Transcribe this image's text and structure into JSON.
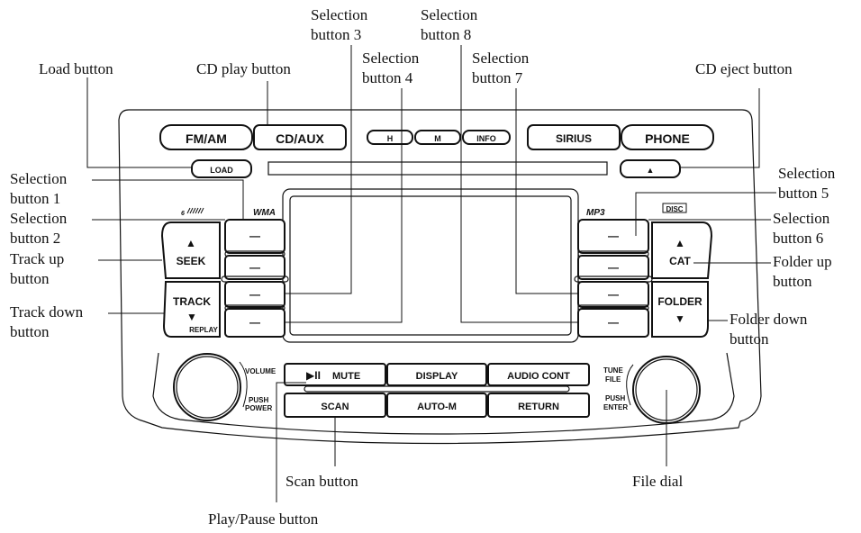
{
  "callouts": {
    "load": "Load button",
    "cd_play": "CD play button",
    "sel3_a": "Selection",
    "sel3_b": "button 3",
    "sel8_a": "Selection",
    "sel8_b": "button 8",
    "sel4_a": "Selection",
    "sel4_b": "button 4",
    "sel7_a": "Selection",
    "sel7_b": "button 7",
    "cd_eject": "CD eject button",
    "sel1_a": "Selection",
    "sel1_b": "button 1",
    "sel2_a": "Selection",
    "sel2_b": "button 2",
    "track_up_a": "Track up",
    "track_up_b": "button",
    "track_down_a": "Track down",
    "track_down_b": "button",
    "sel5_a": "Selection",
    "sel5_b": "button 5",
    "sel6_a": "Selection",
    "sel6_b": "button 6",
    "folder_up_a": "Folder up",
    "folder_up_b": "button",
    "folder_down_a": "Folder down",
    "folder_down_b": "button",
    "scan": "Scan button",
    "file_dial": "File dial",
    "play_pause": "Play/Pause button"
  },
  "panel": {
    "fm_am": "FM/AM",
    "cd_aux": "CD/AUX",
    "h": "H",
    "m": "M",
    "info": "INFO",
    "sirius": "SIRIUS",
    "phone": "PHONE",
    "load": "LOAD",
    "eject": "▲",
    "wma": "WMA",
    "mp3": "MP3",
    "disc_logo": "DISC",
    "seek": "SEEK",
    "track": "TRACK",
    "replay": "REPLAY",
    "cat": "CAT",
    "folder": "FOLDER",
    "up_arrow": "▲",
    "down_arrow": "▼",
    "dash": "—",
    "volume": "VOLUME",
    "push": "PUSH",
    "power": "POWER",
    "play_pause_icon": "▶II",
    "mute": "MUTE",
    "display": "DISPLAY",
    "audio_cont": "AUDIO CONT",
    "scan": "SCAN",
    "auto_m": "AUTO-M",
    "return": "RETURN",
    "tune": "TUNE",
    "file": "FILE",
    "push2": "PUSH",
    "enter": "ENTER"
  }
}
